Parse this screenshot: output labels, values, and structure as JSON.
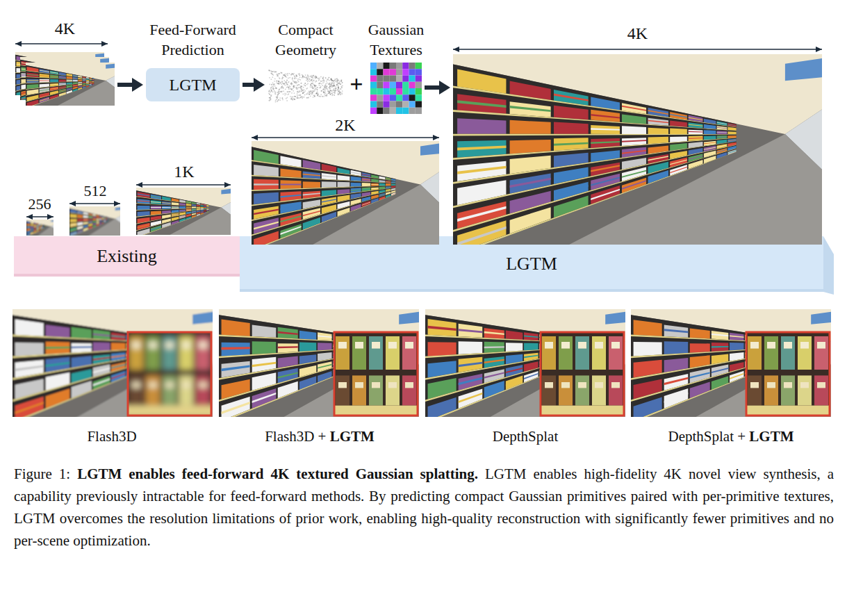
{
  "diagram": {
    "caption": "Figure 1: LGTM enables feed-forward 4K textured Gaussian splatting. LGTM enables high-fidelity 4K novel view synthesis, a capability previously intractable for feed-forward methods. By predicting compact Gaussian primitives paired with per-primitive textures, LGTM overcomes the resolution limitations of prior work, enabling high-quality reconstruction with significantly fewer primitives and no per-scene optimization.",
    "nodes": [
      {
        "text": [
          "4K"
        ]
      },
      {
        "text": [
          "Feed-Forward Prediction",
          "LGTM"
        ]
      },
      {
        "text": [
          "Compact Geometry"
        ]
      },
      {
        "text": [
          "Gaussian Textures"
        ]
      },
      {
        "text": [
          "4K"
        ]
      },
      {
        "text": [
          "Existing"
        ]
      },
      {
        "text": [
          "LGTM"
        ]
      }
    ],
    "edges": [
      {
        "from": 0,
        "to": 1,
        "arrow": "to"
      },
      {
        "from": 1,
        "to": 2,
        "arrow": "to"
      },
      {
        "from": 3,
        "to": 4,
        "arrow": "to"
      }
    ],
    "labels": [
      "256",
      "512",
      "1K",
      "2K",
      "+",
      "Flash3D",
      "Flash3D + LGTM",
      "DepthSplat",
      "DepthSplat + LGTM"
    ]
  }
}
